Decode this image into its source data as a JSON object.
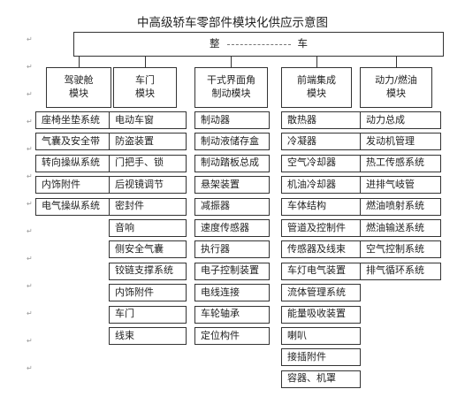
{
  "title": "中高级轿车零部件模块化供应示意图",
  "top": {
    "left": "整",
    "right": "车"
  },
  "modules": [
    {
      "name": "驾驶舱",
      "sub": "模块",
      "items": [
        "座椅坐垫系统",
        "气囊及安全带",
        "转向操纵系统",
        "内饰附件",
        "电气操纵系统"
      ]
    },
    {
      "name": "车门",
      "sub": "模块",
      "items": [
        "电动车窗",
        "防盗装置",
        "门把手、锁",
        "后视镜调节",
        "密封件",
        "音响",
        "侧安全气囊",
        "铰链支撑系统",
        "内饰附件",
        "车门",
        "线束"
      ]
    },
    {
      "name": "干式界面角",
      "sub": "制动模块",
      "items": [
        "制动器",
        "制动液储存盒",
        "制动踏板总成",
        "悬架装置",
        "减振器",
        "速度传感器",
        "执行器",
        "电子控制装置",
        "电线连接",
        "车轮轴承",
        "定位构件"
      ]
    },
    {
      "name": "前端集成",
      "sub": "模块",
      "items": [
        "散热器",
        "冷凝器",
        "空气冷却器",
        "机油冷却器",
        "车体结构",
        "管道及控制件",
        "传感器及线束",
        "车灯电气装置",
        "流体管理系统",
        "能量吸收装置",
        "喇叭",
        "接插附件",
        "容器、机罩"
      ]
    },
    {
      "name": "动力/燃油",
      "sub": "模块",
      "items": [
        "动力总成",
        "发动机管理",
        "热工传感系统",
        "进排气岐管",
        "燃油喷射系统",
        "燃油输送系统",
        "空气控制系统",
        "排气循环系统"
      ]
    }
  ],
  "margin_marks": [
    "↵",
    "↵",
    "↵",
    "↵",
    "↵",
    "↵",
    "↵",
    "↵",
    "↵",
    "↵",
    "↵",
    "↵",
    "↵"
  ]
}
